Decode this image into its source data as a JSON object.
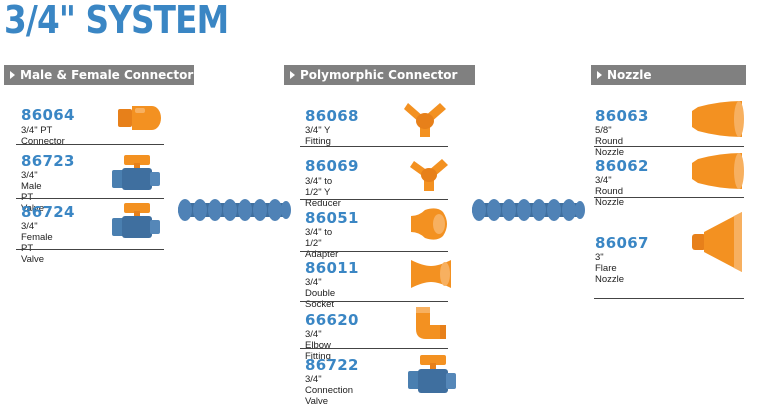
{
  "page": {
    "title": "3/4\" SYSTEM"
  },
  "colors": {
    "accent": "#3a86c4",
    "header_bg": "#808080",
    "orange": "#f39121",
    "blue": "#3f6f9f"
  },
  "columns": [
    {
      "heading": "Male & Female Connector",
      "items": [
        {
          "code": "86064",
          "desc": [
            "3/4\" PT Connector"
          ],
          "icon": "pt-connector-icon"
        },
        {
          "code": "86723",
          "desc": [
            "3/4\" Male",
            "PT Valve"
          ],
          "icon": "male-pt-valve-icon"
        },
        {
          "code": "86724",
          "desc": [
            "3/4\" Female",
            "PT Valve"
          ],
          "icon": "female-pt-valve-icon"
        }
      ]
    },
    {
      "heading": "Polymorphic Connector",
      "items": [
        {
          "code": "86068",
          "desc": [
            "3/4\" Y Fitting"
          ],
          "icon": "y-fitting-icon"
        },
        {
          "code": "86069",
          "desc": [
            "3/4\" to 1/2\" Y Reducer"
          ],
          "icon": "y-reducer-icon"
        },
        {
          "code": "86051",
          "desc": [
            "3/4\" to 1/2\" Adapter"
          ],
          "icon": "adapter-icon"
        },
        {
          "code": "86011",
          "desc": [
            "3/4\" Double Socket"
          ],
          "icon": "double-socket-icon"
        },
        {
          "code": "66620",
          "desc": [
            "3/4\" Elbow Fitting"
          ],
          "icon": "elbow-fitting-icon"
        },
        {
          "code": "86722",
          "desc": [
            "3/4\" Connection",
            "Valve"
          ],
          "icon": "connection-valve-icon"
        }
      ]
    },
    {
      "heading": "Nozzle",
      "items": [
        {
          "code": "86063",
          "desc": [
            "5/8\" Round Nozzle"
          ],
          "icon": "round-nozzle-5-8-icon"
        },
        {
          "code": "86062",
          "desc": [
            "3/4\" Round Nozzle"
          ],
          "icon": "round-nozzle-3-4-icon"
        },
        {
          "code": "86067",
          "desc": [
            "3\" Flare Nozzle"
          ],
          "icon": "flare-nozzle-icon"
        }
      ]
    }
  ]
}
